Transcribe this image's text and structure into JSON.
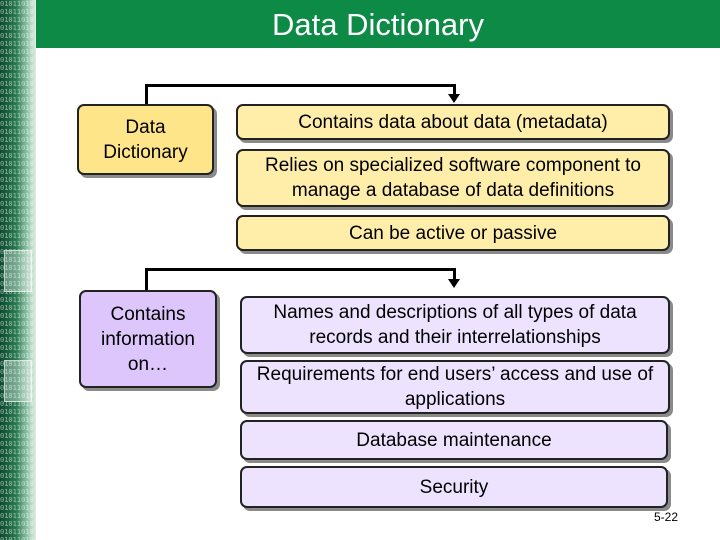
{
  "title": "Data Dictionary",
  "diagram1": {
    "root": "Data Dictionary",
    "items": [
      "Contains data about data (metadata)",
      "Relies on specialized software component to manage a database of data definitions",
      "Can be active or passive"
    ]
  },
  "diagram2": {
    "root": "Contains information on…",
    "items": [
      "Names and descriptions of all types of data records and their interrelationships",
      "Requirements for end users’ access and use of applications",
      "Database maintenance",
      "Security"
    ]
  },
  "page_number": "5-22",
  "colors": {
    "title_bar": "#0e8a47",
    "yellow_box": "#ffeeaa",
    "purple_box": "#eee3ff"
  }
}
